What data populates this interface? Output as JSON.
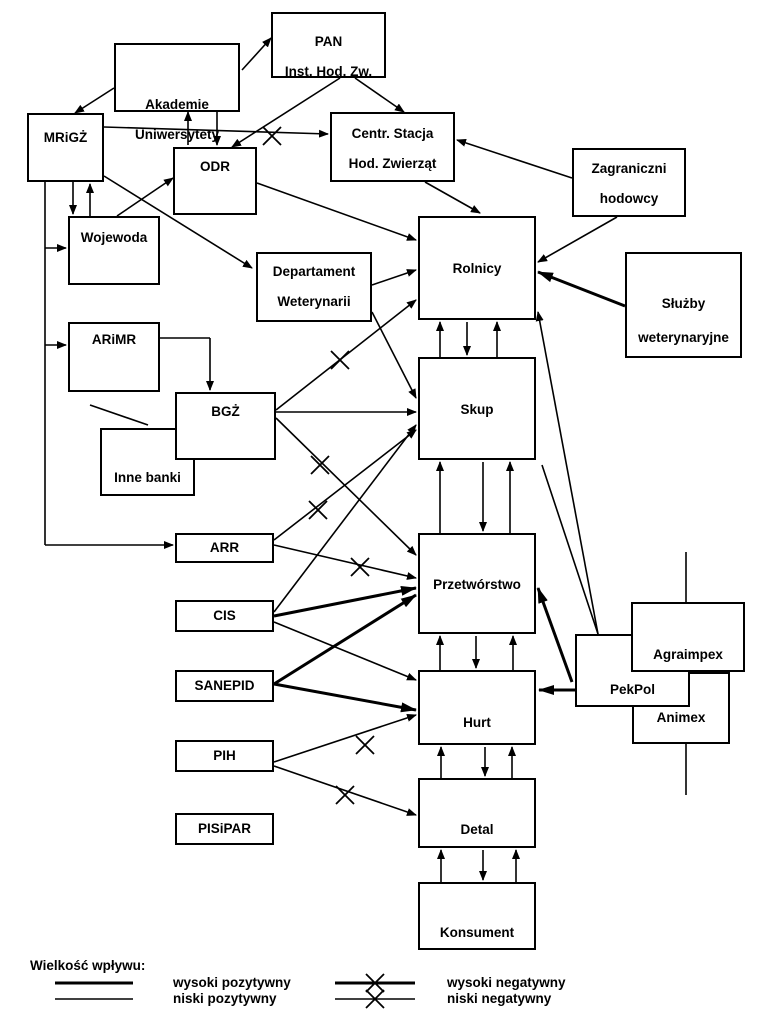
{
  "nodes": {
    "pan": [
      "PAN",
      "Inst. Hod. Zw."
    ],
    "akademie": [
      "Akademie",
      "Uniwersytety"
    ],
    "mrigz": [
      "MRiGŻ"
    ],
    "odr": [
      "ODR"
    ],
    "centr": [
      "Centr. Stacja",
      "Hod. Zwierząt"
    ],
    "zagraniczni": [
      "Zagraniczni",
      "hodowcy"
    ],
    "wojewoda": [
      "Wojewoda"
    ],
    "departament": [
      "Departament",
      "Weterynarii"
    ],
    "rolnicy": [
      "Rolnicy"
    ],
    "sluzby": [
      "Służby",
      "weterynaryjne"
    ],
    "arimr": [
      "ARiMR"
    ],
    "inne_banki": [
      "Inne banki"
    ],
    "bgz": [
      "BGŻ"
    ],
    "skup": [
      "Skup"
    ],
    "arr": [
      "ARR"
    ],
    "cis": [
      "CIS"
    ],
    "sanepid": [
      "SANEPID"
    ],
    "pih": [
      "PIH"
    ],
    "pisipar": [
      "PISiPAR"
    ],
    "przetworstwo": [
      "Przetwórstwo"
    ],
    "hurt": [
      "Hurt"
    ],
    "detal": [
      "Detal"
    ],
    "konsument": [
      "Konsument"
    ],
    "agraimpex": [
      "Agraimpex"
    ],
    "pekpol": [
      "PekPol"
    ],
    "animex": [
      "Animex"
    ]
  },
  "legend": {
    "title": "Wielkość wpływu:",
    "high_positive": "wysoki pozytywny",
    "low_positive": "niski pozytywny",
    "high_negative": "wysoki negatywny",
    "low_negative": "niski negatywny"
  }
}
